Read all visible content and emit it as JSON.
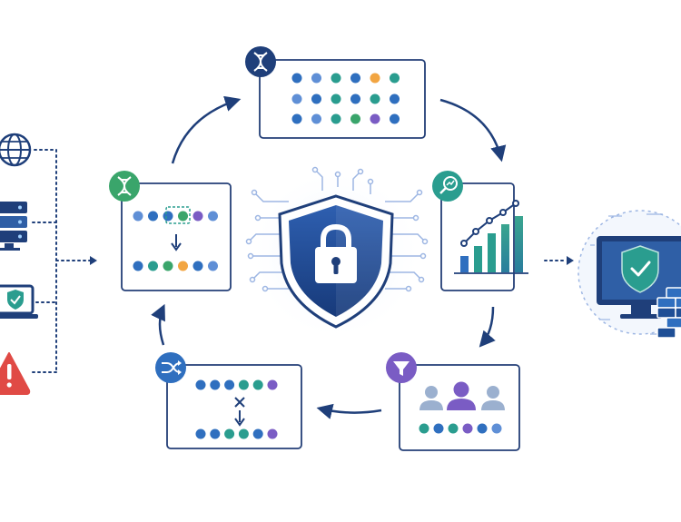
{
  "colors": {
    "navy": "#1f3f7a",
    "blue": "#2f6fbf",
    "light_blue": "#5f8fd6",
    "teal": "#2a9d8f",
    "green": "#3aa56b",
    "orange": "#f2a541",
    "purple": "#7a5cc4",
    "red": "#e04a45",
    "box_border": "#243f77",
    "guide_blue": "#9db6e3"
  },
  "sources": [
    {
      "icon": "globe-icon"
    },
    {
      "icon": "server-icon"
    },
    {
      "icon": "laptop-shield-icon"
    },
    {
      "icon": "warning-icon"
    }
  ],
  "stages": [
    {
      "id": "genome",
      "icon": "dna-icon"
    },
    {
      "id": "evaluation",
      "icon": "chart-search-icon"
    },
    {
      "id": "selection",
      "icon": "funnel-icon"
    },
    {
      "id": "crossover",
      "icon": "shuffle-icon"
    },
    {
      "id": "mutation",
      "icon": "dna-icon"
    }
  ],
  "center": {
    "icon": "shield-lock-icon"
  },
  "output": {
    "icon": "monitor-shield-firewall-icon"
  }
}
